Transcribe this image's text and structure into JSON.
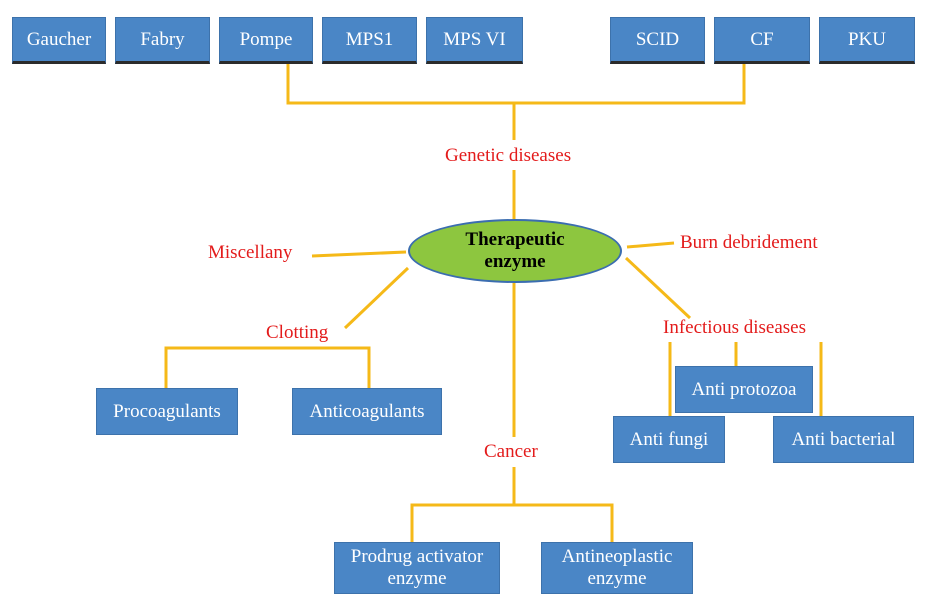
{
  "center": {
    "line1": "Therapeutic",
    "line2": "enzyme"
  },
  "genetic": {
    "label": "Genetic diseases",
    "diseases": [
      "Gaucher",
      "Fabry",
      "Pompe",
      "MPS1",
      "MPS VI",
      "SCID",
      "CF",
      "PKU"
    ]
  },
  "branches": {
    "miscellany": "Miscellany",
    "burn": "Burn debridement",
    "clotting": "Clotting",
    "infectious": "Infectious diseases",
    "cancer": "Cancer"
  },
  "clotting_items": [
    "Procoagulants",
    "Anticoagulants"
  ],
  "infectious_items": [
    "Anti protozoa",
    "Anti fungi",
    "Anti bacterial"
  ],
  "cancer_items": [
    {
      "line1": "Prodrug activator",
      "line2": "enzyme"
    },
    {
      "line1": "Antineoplastic",
      "line2": "enzyme"
    }
  ],
  "colors": {
    "box": "#4a86c6",
    "connector": "#f5b918",
    "branch_label": "#e31b1b",
    "center_fill": "#8dc63f",
    "center_border": "#3b6db0"
  }
}
